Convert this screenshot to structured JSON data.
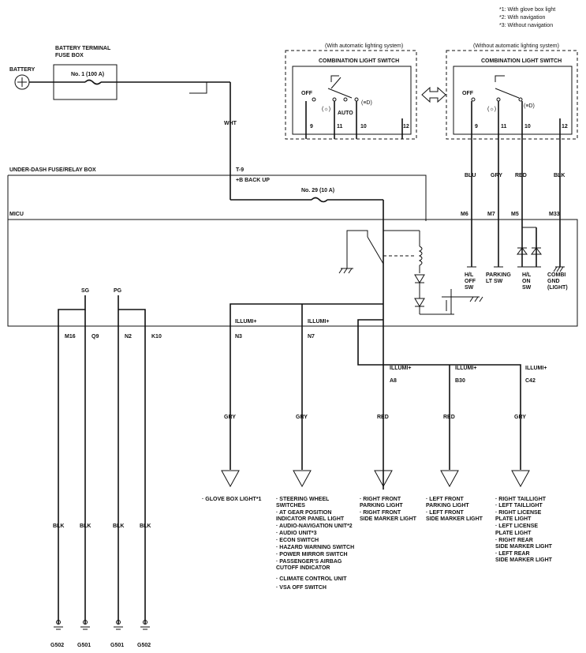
{
  "notes": [
    "*1: With glove box light",
    "*2: With navigation",
    "*3: Without navigation"
  ],
  "battery": {
    "label": "BATTERY"
  },
  "fuse_box": {
    "title_line1": "BATTERY TERMINAL",
    "title_line2": "FUSE BOX",
    "fuse": "No. 1 (100 A)"
  },
  "wire_colors": {
    "wht": "WHT",
    "blu": "BLU",
    "gry": "GRY",
    "red": "RED",
    "blk": "BLK"
  },
  "switch_auto": {
    "caption": "(With automatic lighting system)",
    "title": "COMBINATION LIGHT SWITCH",
    "off": "OFF",
    "auto": "AUTO",
    "pos1": "(☼)",
    "pos2": "(≡D)",
    "pins": [
      "9",
      "11",
      "10",
      "12"
    ]
  },
  "switch_noauto": {
    "caption": "(Without automatic lighting system)",
    "title": "COMBINATION LIGHT SWITCH",
    "off": "OFF",
    "pos1": "(☼)",
    "pos2": "(≡D)",
    "pins": [
      "9",
      "11",
      "10",
      "12"
    ]
  },
  "relay_box": {
    "title": "UNDER-DASH FUSE/RELAY BOX",
    "terminal": "T-9",
    "backup": "+B BACK UP",
    "fuse": "No. 29 (10 A)"
  },
  "micu": {
    "title": "MICU",
    "top_pins": [
      "M6",
      "M7",
      "M5",
      "M33"
    ],
    "inputs": [
      "H/L\nOFF\nSW",
      "PARKING\nLT SW",
      "H/L\nON\nSW",
      "COMBI\nGND\n(LIGHT)"
    ],
    "sg": "SG",
    "pg": "PG",
    "bottom_pins": [
      "M16",
      "Q9",
      "N2",
      "K10",
      "N3",
      "N7"
    ],
    "illumi": "ILLUMI+"
  },
  "outputs": {
    "pins": [
      "A8",
      "B30",
      "C42"
    ]
  },
  "loads": {
    "glove": [
      "· GLOVE BOX LIGHT*1"
    ],
    "n7": [
      "· STEERING WHEEL",
      "  SWITCHES",
      "· AT GEAR POSITION",
      "  INDICATOR PANEL LIGHT",
      "· AUDIO-NAVIGATION UNIT*2",
      "· AUDIO UNIT*3",
      "· ECON SWITCH",
      "· HAZARD WARNING SWITCH",
      "· POWER MIRROR SWITCH",
      "· PASSENGER'S AIRBAG",
      "  CUTOFF INDICATOR",
      "· CLIMATE CONTROL UNIT",
      "· VSA OFF SWITCH"
    ],
    "a8": [
      "· RIGHT FRONT",
      "  PARKING LIGHT",
      "· RIGHT FRONT",
      "  SIDE MARKER LIGHT"
    ],
    "b30": [
      "· LEFT FRONT",
      "  PARKING LIGHT",
      "· LEFT FRONT",
      "  SIDE MARKER LIGHT"
    ],
    "c42": [
      "· RIGHT TAILLIGHT",
      "· LEFT TAILLIGHT",
      "· RIGHT LICENSE",
      "  PLATE LIGHT",
      "· LEFT LICENSE",
      "  PLATE LIGHT",
      "· RIGHT REAR",
      "  SIDE MARKER LIGHT",
      "· LEFT REAR",
      "  SIDE MARKER LIGHT"
    ]
  },
  "grounds": [
    "G502",
    "G501",
    "G501",
    "G502"
  ]
}
